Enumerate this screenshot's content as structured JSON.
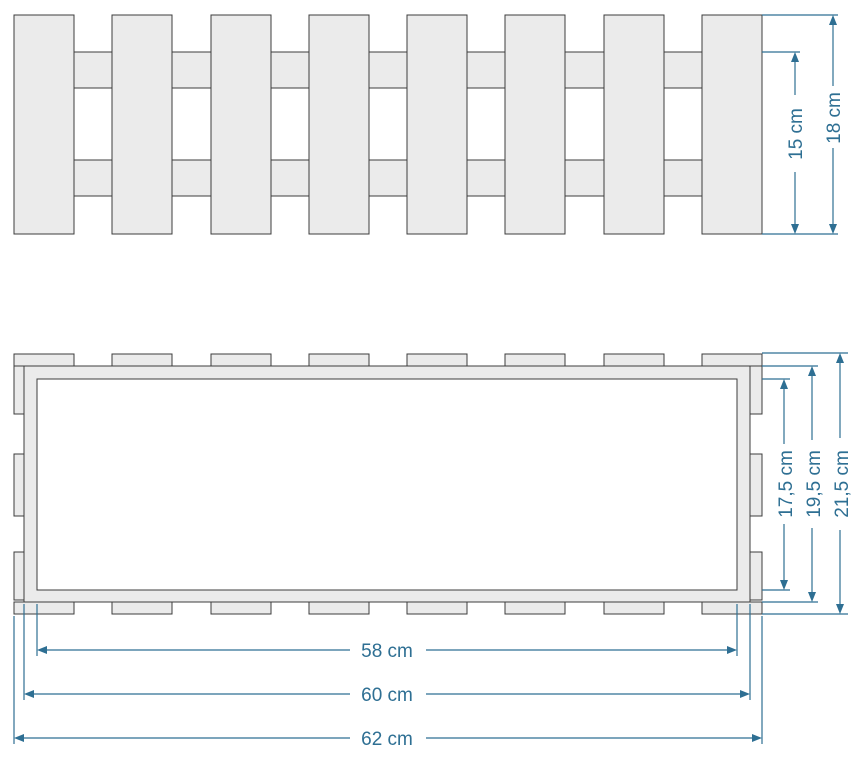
{
  "top_view": {
    "slat_count": 8,
    "dimensions": {
      "inner_height": "15 cm",
      "outer_height": "18 cm"
    }
  },
  "plan_view": {
    "dimensions": {
      "width_inner": "58 cm",
      "width_middle": "60 cm",
      "width_outer": "62 cm",
      "depth_inner": "17,5 cm",
      "depth_middle": "19,5 cm",
      "depth_outer": "21,5 cm"
    }
  },
  "colors": {
    "wood_fill": "#ebebeb",
    "outline": "#3c3c3c",
    "dimension": "#2e6f93"
  }
}
